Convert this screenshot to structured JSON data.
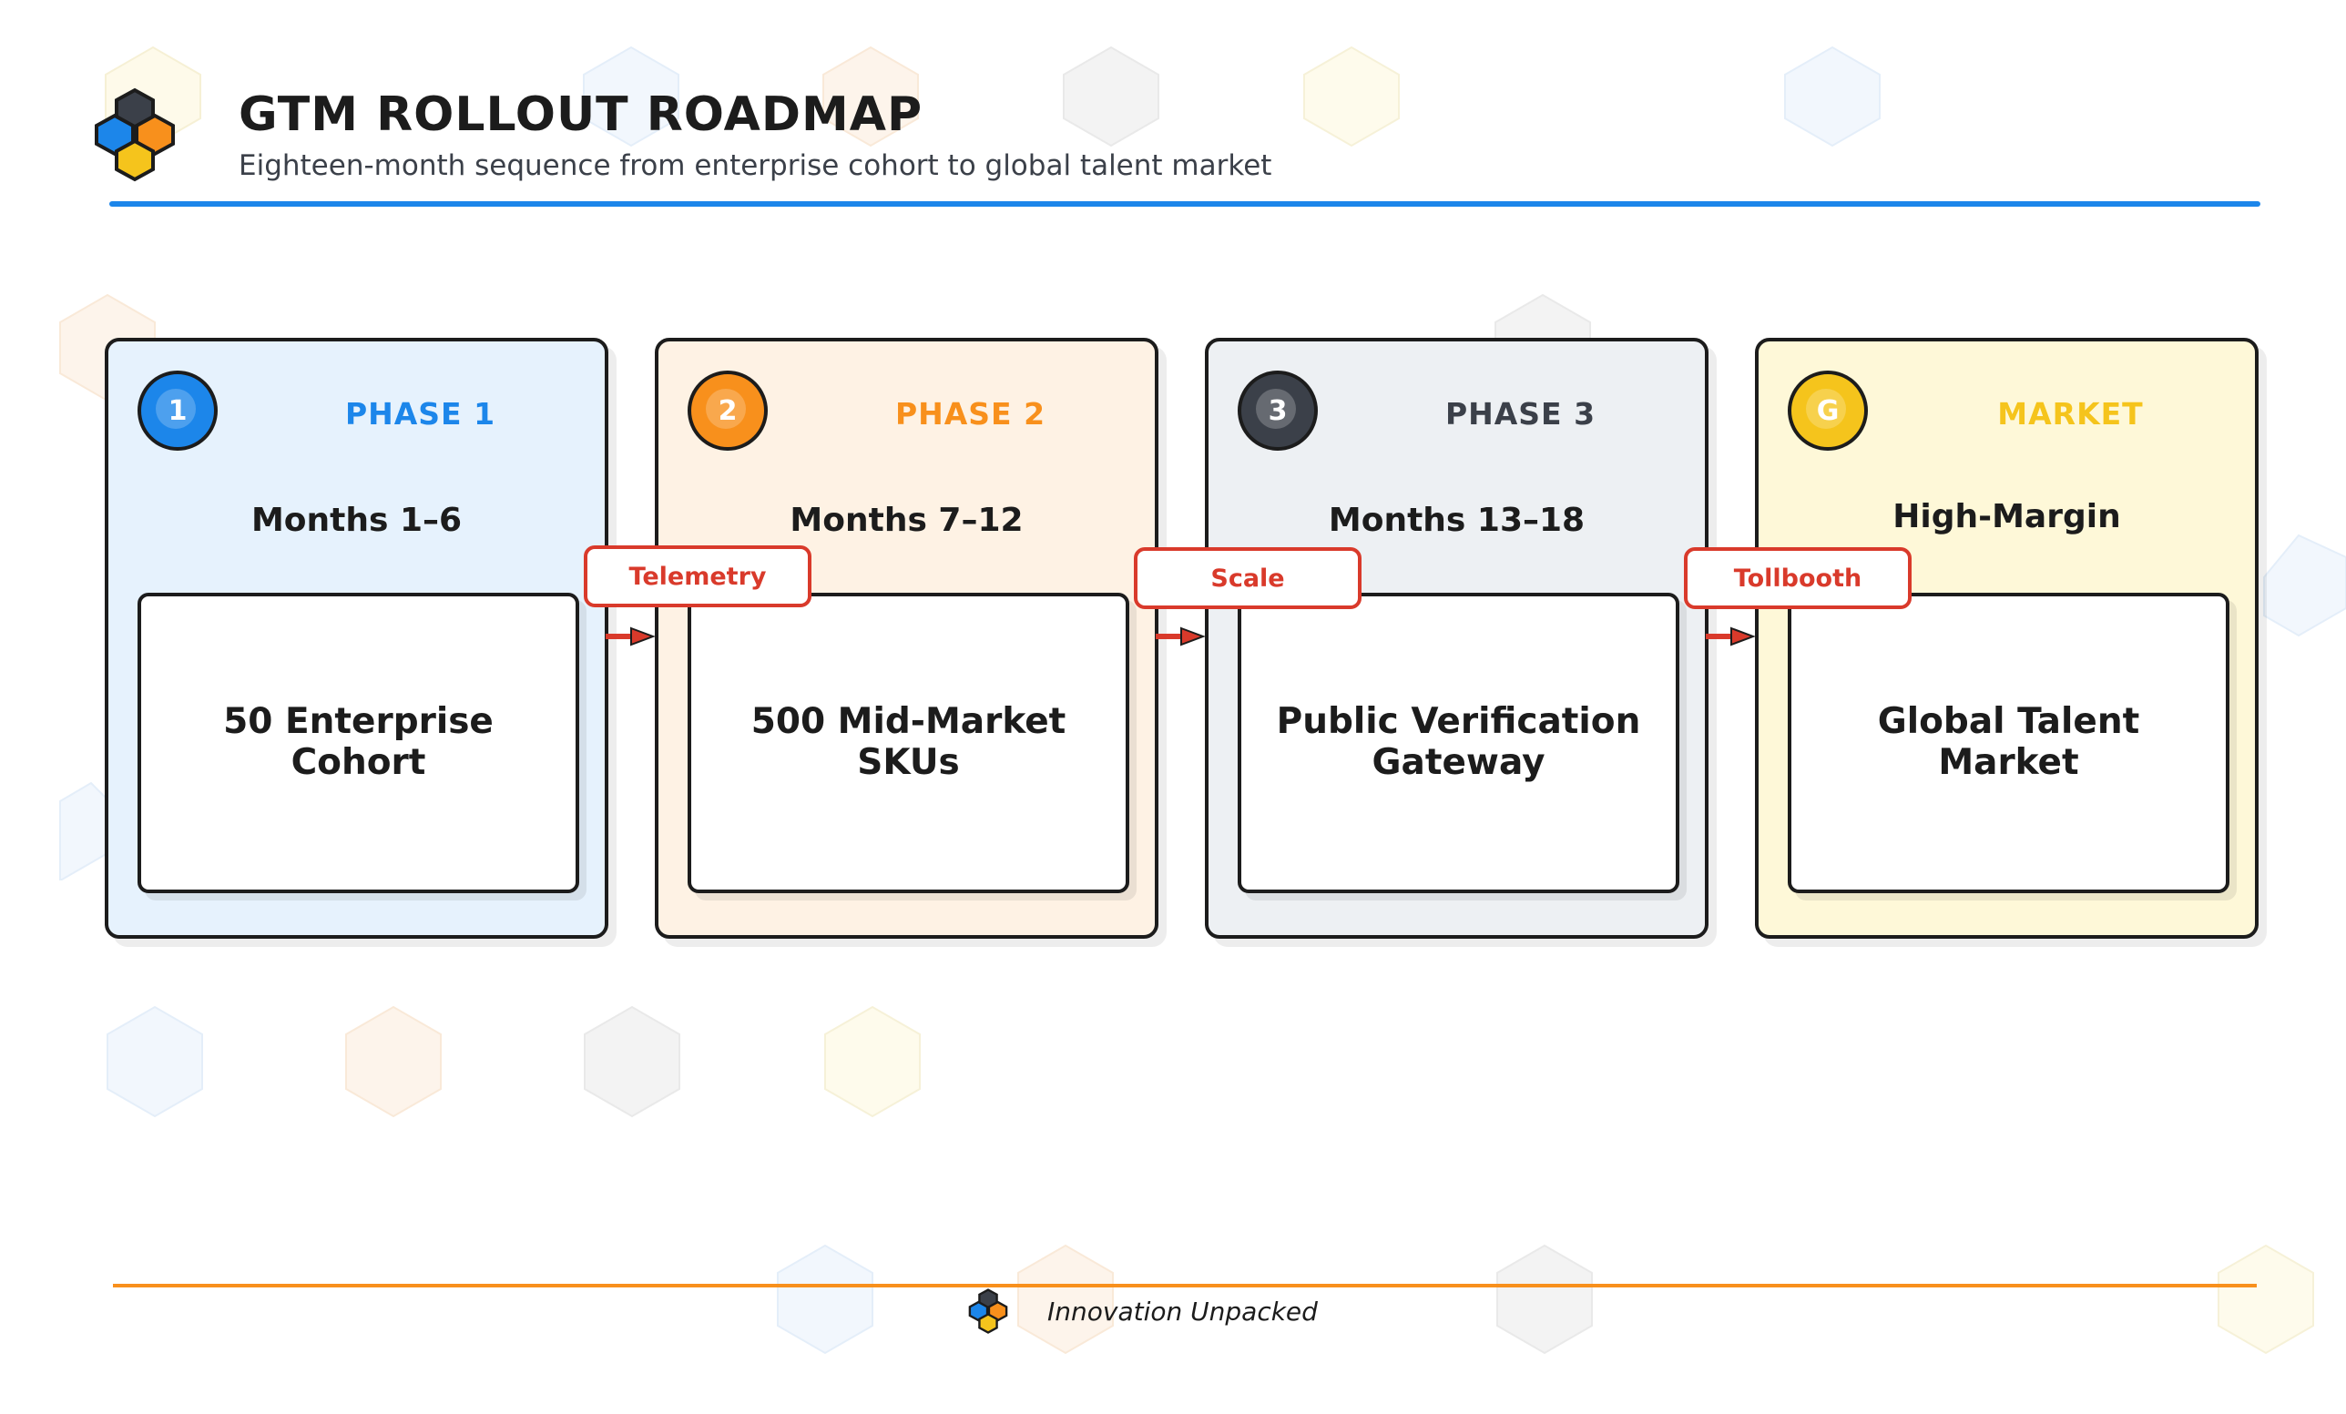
{
  "header": {
    "title": "GTM ROLLOUT ROADMAP",
    "subtitle": "Eighteen-month sequence from enterprise cohort to global talent market"
  },
  "icons": {
    "logo": "hexagon-cluster-icon",
    "arrow": "arrow-right-icon"
  },
  "colors": {
    "blue": "#1c86ea",
    "orange": "#f8901c",
    "dark": "#3b4049",
    "yellow": "#f5c41c",
    "connector_red": "#d93a2b",
    "ink": "#1c1c1c"
  },
  "phases": [
    {
      "badge": "1",
      "label": "PHASE 1",
      "period": "Months 1–6",
      "milestone": "50 Enterprise\nCohort",
      "accent": "#1c86ea",
      "fill": "#e6f2fd"
    },
    {
      "badge": "2",
      "label": "PHASE 2",
      "period": "Months 7–12",
      "milestone": "500 Mid-Market\nSKUs",
      "accent": "#f8901c",
      "fill": "#fef2e4"
    },
    {
      "badge": "3",
      "label": "PHASE 3",
      "period": "Months 13–18",
      "milestone": "Public Verification\nGateway",
      "accent": "#3b4049",
      "fill": "#edf0f3"
    },
    {
      "badge": "G",
      "label": "MARKET",
      "period": "High-Margin",
      "milestone": "Global Talent\nMarket",
      "accent": "#f5c41c",
      "fill": "#fef8d8"
    }
  ],
  "connectors": [
    {
      "label": "Telemetry"
    },
    {
      "label": "Scale"
    },
    {
      "label": "Tollbooth"
    }
  ],
  "footer": {
    "brand": "Innovation Unpacked"
  }
}
